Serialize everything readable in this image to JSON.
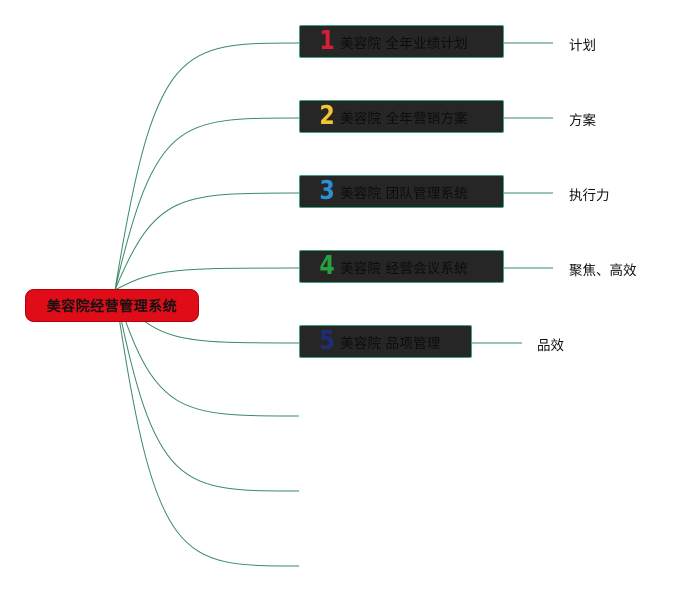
{
  "root": {
    "label": "美容院经营管理系统",
    "color": "#e00d18"
  },
  "topics": [
    {
      "number": "1",
      "number_color": "#d81e34",
      "label": "美容院 全年业绩计划",
      "leaf": "计划"
    },
    {
      "number": "2",
      "number_color": "#f2c431",
      "label": "美容院 全年营销方案",
      "leaf": "方案"
    },
    {
      "number": "3",
      "number_color": "#2b8fd4",
      "label": "美容院 团队管理系统",
      "leaf": "执行力"
    },
    {
      "number": "4",
      "number_color": "#27a040",
      "label": "美容院 经营会议系统",
      "leaf": "聚焦、高效"
    },
    {
      "number": "5",
      "number_color": "#1f2c7a",
      "label": "美容院 品项管理",
      "leaf": "品效"
    }
  ],
  "empty_branch_count": 3,
  "colors": {
    "connector": "#3a8a66",
    "topic_background": "#262626",
    "topic_border": "#3fa278"
  }
}
